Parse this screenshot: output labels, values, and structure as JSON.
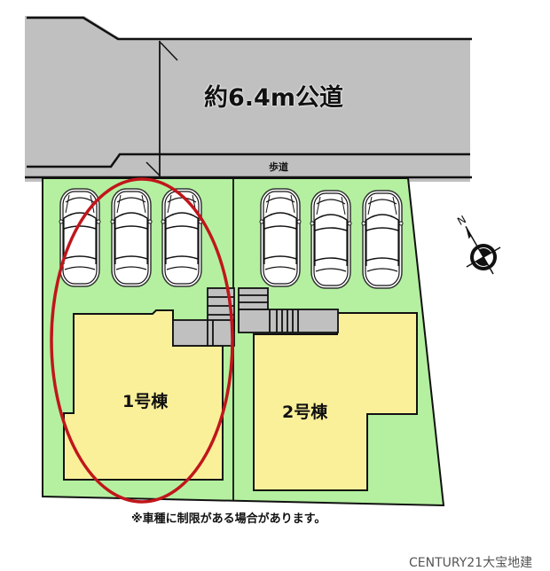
{
  "road": {
    "label": "約6.4m公道",
    "sidewalk_label": "歩道",
    "color": "#c0c0c0"
  },
  "lots": [
    {
      "id": "lot-1",
      "label": "1号棟",
      "parking_spaces": 3,
      "highlighted": true,
      "highlight_color": "#c0161b"
    },
    {
      "id": "lot-2",
      "label": "2号棟",
      "parking_spaces": 3,
      "highlighted": false
    }
  ],
  "colors": {
    "lot_green": "#b4f0a0",
    "building_yellow": "#fbf09a",
    "paving_gray": "#c0c0c0",
    "outline": "#111111"
  },
  "compass": {
    "label": "N",
    "icon": "north-arrow-icon"
  },
  "note": "※車種に制限がある場合があります。",
  "brand": "CENTURY21大宝地建"
}
